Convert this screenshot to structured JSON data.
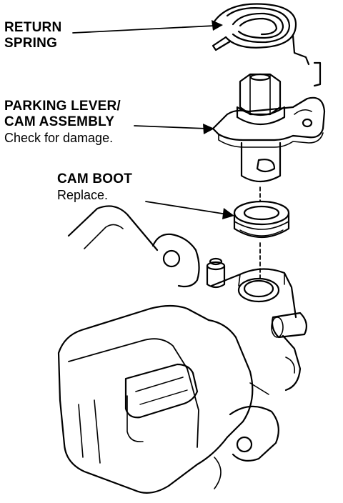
{
  "labels": {
    "return_spring": {
      "line1": "RETURN",
      "line2": "SPRING"
    },
    "parking_lever": {
      "line1": "PARKING LEVER/",
      "line2": "CAM ASSEMBLY",
      "note": "Check for damage."
    },
    "cam_boot": {
      "line1": "CAM BOOT",
      "note": "Replace."
    }
  },
  "colors": {
    "ink": "#000000",
    "paper": "#ffffff"
  }
}
